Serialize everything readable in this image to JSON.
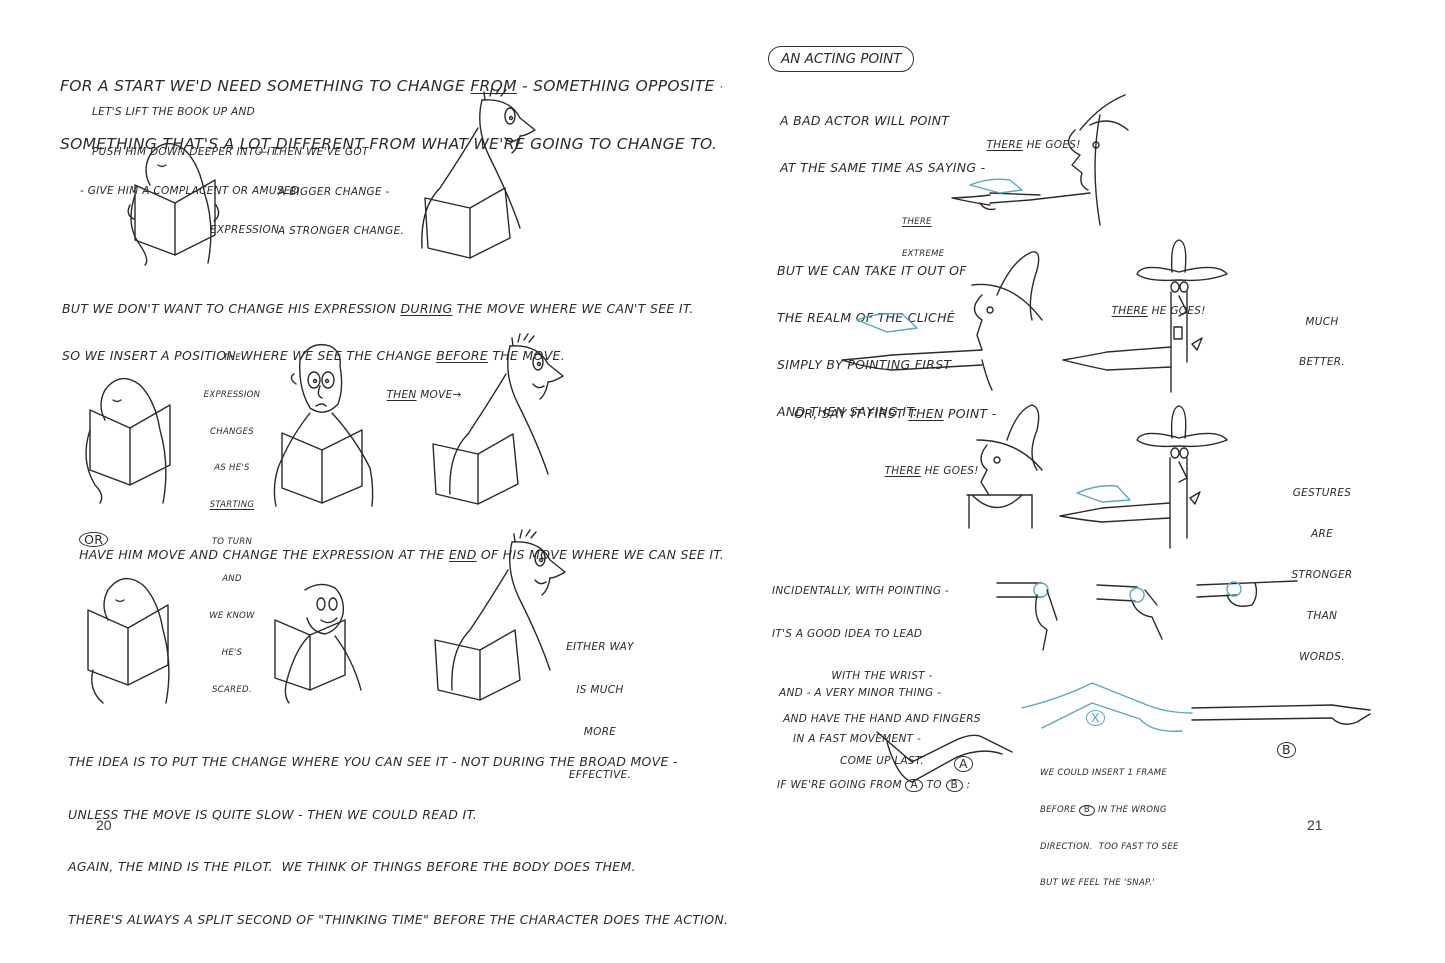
{
  "spread": {
    "left_page": {
      "page_number": "20",
      "intro": {
        "line1_pre": "For a start we'd need something to change ",
        "line1_underlined": "from",
        "line1_post": " - something opposite -",
        "line2": "something that's a lot different from what we're going to change to."
      },
      "note_lift": {
        "line1": "Let's lift the book up and",
        "line2": "push him down deeper into it.",
        "line3": "- give him a complacent or amused",
        "line4": "expression"
      },
      "note_bigger": {
        "line1": "— then we've got",
        "line2": "a bigger change -",
        "line3": "a stronger change."
      },
      "but_para": {
        "line1_pre": "But we don't want to change his expression ",
        "line1_underlined": "during",
        "line1_post": " the move where we can't see it.",
        "line2_pre": "So we insert a position where we see the change ",
        "line2_underlined": "before",
        "line2_post": " the move."
      },
      "note_expression": {
        "lines": [
          "the",
          "expression",
          "changes",
          "as he's"
        ],
        "starting_underlined": "starting",
        "lines_after": [
          "to turn",
          "and",
          "we know",
          "he's",
          "scared."
        ]
      },
      "then_move": {
        "underlined": "Then",
        "rest": " move",
        "arrow": "→"
      },
      "or_para": {
        "circled": "Or",
        "text_pre": "Have him move and change the expression at the ",
        "text_underlined": "end",
        "text_post": " of his move where we can see it."
      },
      "either_way": [
        "Either way",
        "is much",
        "more",
        "effective."
      ],
      "closing": [
        "The idea is to put the change where you can see it - not during the broad move -",
        "unless the move is quite slow - then we could read it.",
        "Again, the mind is the pilot.  We think of things before the body does them.",
        "There's always a split second of \"thinking time\" before the character does the action."
      ],
      "figures": [
        {
          "name": "man-reading-complacent",
          "row": 1
        },
        {
          "name": "man-startled-turning",
          "row": 1
        },
        {
          "name": "man-reading-complacent",
          "row": 2
        },
        {
          "name": "man-scared-facing",
          "row": 2
        },
        {
          "name": "man-startled-turning",
          "row": 2
        },
        {
          "name": "man-reading-complacent",
          "row": 3
        },
        {
          "name": "man-smiling-reading",
          "row": 3
        },
        {
          "name": "man-startled-turning",
          "row": 3
        }
      ]
    },
    "right_page": {
      "page_number": "21",
      "section_title": "An acting point",
      "bad_actor": {
        "line1": "A bad actor will point",
        "line2": "at the same time as saying -"
      },
      "speech_1": {
        "underlined": "There",
        "rest": " he goes!"
      },
      "extreme_label": {
        "line1": "There",
        "line2": "extreme"
      },
      "cliche_para": [
        "But we can take it out of",
        "the realm of the cliché",
        "simply by pointing first",
        "and then saying it:"
      ],
      "speech_2": {
        "underlined": "There",
        "rest": " he goes!"
      },
      "much_better": [
        "Much",
        "better."
      ],
      "say_first": {
        "pre": "Or, say it first ",
        "underlined": "then",
        "post": " point -"
      },
      "speech_3": {
        "underlined": "There",
        "rest": " he goes!"
      },
      "gestures": [
        "Gestures",
        "are",
        "stronger",
        "than",
        "words."
      ],
      "wrist_para": [
        "Incidentally, with pointing -",
        "it's a good idea to lead",
        "with the wrist -",
        "and have the hand and fingers",
        "come up last."
      ],
      "minor_para": {
        "line1": "And - a very minor thing -",
        "line2": "in a fast movement -",
        "line3_pre": "if we're going from ",
        "circle_a": "A",
        "line3_mid": " to ",
        "circle_b": "B",
        "line3_post": " :"
      },
      "label_a": "A",
      "label_b": "B",
      "label_x": "X",
      "insert_note": {
        "line1": "We could insert 1 frame",
        "line2_pre": "before ",
        "line2_circle": "B",
        "line2_post": " in the wrong",
        "line3": "direction.  Too fast to see",
        "line4": "but we feel the 'snap.'"
      },
      "accent_color": "#5aa7c4"
    }
  }
}
